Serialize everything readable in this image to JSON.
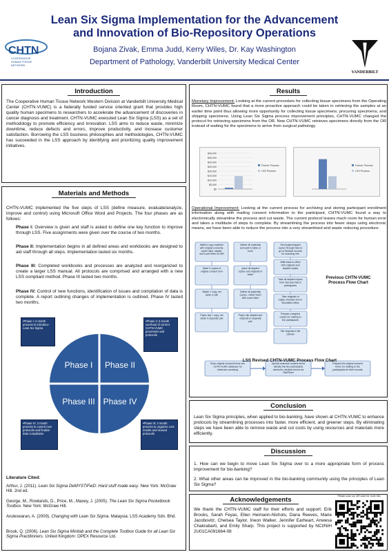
{
  "header": {
    "title_line1": "Lean Six Sigma Implementation for the Advancement",
    "title_line2": "and Innovation of Bio-Repository Operations",
    "authors": "Bojana Zivak, Emma Judd, Kerry Wiles, Dr. Kay Washington",
    "department": "Department of Pathology, Vanderbilt University Medical Center",
    "chtn_logo_text": "CHTN",
    "chtn_logo_sub1": "COOPERATIVE",
    "chtn_logo_sub2": "HUMAN TISSUE",
    "chtn_logo_sub3": "NETWORK",
    "vu_logo_text": "VANDERBILT"
  },
  "introduction": {
    "title": "Introduction",
    "body": "The Cooperative Human Tissue Network Western Division at Vanderbilt University Medical Center (CHTN-VUMC) is a federally funded service oriented grant that provides high quality human specimens to researchers to accelerate the advancement of discoveries in cancer diagnosis and treatment. CHTN-VUMC executed Lean Six Sigma (LSS) as a set of methodology to promote efficiency and innovation. LSS aims to reduce waste, minimize downtime, reduce defects and errors, improve productivity, and increase customer satisfaction. Borrowing the LSS business philosophies and methodologies, CHTN-VUMC has succeeded in the LSS approach by identifying and prioritizing quality improvement initiatives."
  },
  "methods": {
    "title": "Materials and Methods",
    "intro": "CHTN-VUMC implemented the five steps of LSS (define measure, evaluate/analyze, improve and control) using Microsoft Office Word and Projects. The four phases are as follows:",
    "phases": [
      {
        "label": "Phase I:",
        "text": "Overview is given and staff is asked to define one key function to improve through LSS. Five assignments were given over the course of two months."
      },
      {
        "label": "Phase II:",
        "text": "Implementation begins in all defined areas and workbooks are designed to aid staff through all steps. Implementation lasted six months."
      },
      {
        "label": "Phase III:",
        "text": "Completed workbooks and processes are analyzed and reorganized to create a larger LSS manual. All protocols are comprised and arranged with a new LSS compliant method. Phase III lasted two months."
      },
      {
        "label": "Phase IV:",
        "text": "Control of new functions, identification of issues and compilation of data is complete. A report outlining changes of implementation is outlined. Phase IV lasted two months."
      }
    ],
    "wheel": {
      "q1": "Phase I",
      "q2": "Phase II",
      "q3": "Phase III",
      "q4": "Phase IV",
      "box_tl": "•Phase I: 2 month process to introduce Lean Six Sigma",
      "box_tr": "•Phase II: 6 month overhaul of current CHTN-VUMC processes and protocols",
      "box_bl": "•Phase IV: 2 month process to control new protocols and finalize data compilation",
      "box_br": "•Phase III: 2 month process to organize LSS results and revised protocols"
    },
    "lit_title": "Literature Cited:",
    "refs": [
      {
        "pre": "Arthur, J. (2011). ",
        "ital": "Lean Six Sigma DeMYSTiFieD: Hard stuff made easy",
        "post": ". New York: McGraw Hill. 2nd ed."
      },
      {
        "pre": "George, M., Rowlands, D., Price, M., Maxey, J. (2005). ",
        "ital": "The Lean Six Sigma Pocketbook Toolbox",
        "post": ". New York: McGraw Hill."
      },
      {
        "pre": "Aruleswaran, A. (2009). ",
        "ital": "Changing with Lean Six Sigma",
        "post": ". Malaysia: LSS Academy Sdn. Bhd."
      },
      {
        "pre": "Brook, Q. (2006). ",
        "ital": "Lean Six Sigma Minitab and the Complete Toolbox Guide for all Lean Six Sigma Practitioners",
        "post": ". United Kingdom: OPEX Resource Ltd."
      }
    ]
  },
  "results": {
    "title": "Results",
    "monetary_label": "Monetary Improvement:",
    "monetary_text": " Looking at the current procedure for collecting tissue specimens from the Operating Room, CHTN-VUMC found that a more proactive approach could be taken in retrieving the samples at an earlier time point thus allowing more opportunity for collecting tissue specimens, procuring specimens, and shipping specimens. Using Lean Six Sigma process improvement principles, CHTN-VUMC changed the protocol for retrieving specimens from the OR. Now CHTN-VUMC retrieves specimens directly from the OR instead of waiting for the specimens to arrive from surgical pathology.",
    "operational_label": "Operational Improvement:",
    "operational_text": " Looking at the current process for archiving and storing participant enrollment information along with mailing consent information to the participant, CHTN-VUMC found a way to electronically streamline the process and cut waste. The current protocol leaves much room for human error and takes a multitude of steps to complete. By streamlining the process into fewer steps using electronic means, we have been able to reduce the process into a very streamlined and waste reducing procedure.",
    "flow_title1": "Previous CHTN-VUMC",
    "flow_title2": "Process Flow Chart",
    "revised_title": "LSS Revised CHTN-VUMC Process Flow Chart",
    "prev_steps": [
      "Walk to copy machine with original consents, copier slips, stapler, and cover letter for MR",
      "Make 3 copies of original consent form",
      "Staple 1 copy, set aside in pile",
      "Paper clip 1 copy, set aside in separate pile",
      "Gather all materials and walk to table or room",
      "place all stapled copies and originals in folder",
      "Gather all paperclip copies, rubber band with cover letter",
      "Paper clip stapled and originals in separate pile",
      "Send paperclipped copies through tube to go to Medical records for scanning into patients record",
      "Walk back to office with originals and stapled copies",
      "Take all stapled copies from slot and mail to participants",
      "Take originals to Ziplas shredder box in Brunsilla's office",
      "Prepare a stapled copies for mailing to the participants",
      "File originals in file cabinet"
    ],
    "new_steps": [
      "Scan original consent forms into CHTN-VUMC database for electronic archiving",
      "Upload scanned consent forms directly into the participants electronic medical record via StarPanel",
      "Prepare the original consent forms for mailing to the participants for their records"
    ],
    "chart1": {
      "legend": [
        "Former Process",
        "LSS Process"
      ],
      "ticks": [
        "$40,000",
        "$35,000",
        "$30,000",
        "$25,000",
        "$20,000",
        "$15,000",
        "$10,000",
        "$5,000",
        "$0"
      ]
    },
    "chart2": {
      "legend": [
        "Former Process",
        "LSS Process"
      ]
    }
  },
  "chart_data": [
    {
      "type": "bar",
      "categories": [
        ""
      ],
      "series": [
        {
          "name": "Former Process",
          "values": [
            1500
          ]
        },
        {
          "name": "LSS Process",
          "values": [
            14500
          ]
        }
      ],
      "ylim": [
        0,
        40000
      ],
      "yticks": [
        "$40,000",
        "$35,000",
        "$30,000",
        "$25,000",
        "$20,000",
        "$15,000",
        "$10,000",
        "$5,000",
        "$0"
      ],
      "legend": "right"
    },
    {
      "type": "bar",
      "categories": [
        ""
      ],
      "series": [
        {
          "name": "Former Process",
          "values": [
            28
          ]
        },
        {
          "name": "LSS Process",
          "values": [
            12
          ]
        }
      ],
      "legend": "right"
    }
  ],
  "conclusion": {
    "title": "Conclusion",
    "body": "Lean Six Sigma principles, when applied to bio-banking, have shown at CHTN-VUMC to enhance protocols by streamlining processes into faster, more efficient, and greener steps. By eliminating steps we have been able to remove waste and cut costs by using resources and materials more efficiently."
  },
  "discussion": {
    "title": "Discussion",
    "q1": "1.  How can we begin to move Lean Six Sigma over to a more appropriate form of process improvement for bio-banking?",
    "q2": "2. What other areas can be improved in the bio-banking community using the principles of Lean Six Sigma?"
  },
  "acknowledgements": {
    "title": "Acknowledgements",
    "body": "We thank the CHTN-VUMC staff for their efforts and support: Erik Brooks, Sarah Feyas, Ellen Heimann-Nichols, Dana Reeves, Marie Jacobovitz, Chelsea Taylor, Irieon Walker, Jennifer Earheart, Anwesa Chakrabarti, and Emily Sharp. This project is supported by NCI/NIH 2U01CA091664-08",
    "qr_caption": "Please scan our QR code for more info."
  },
  "colors": {
    "title": "#1b2a7a",
    "phase_blue": "#2d5a9a",
    "box_blue": "#1f3e74",
    "bar_former": "#5b7fb5",
    "bar_lss": "#b8c6db"
  }
}
